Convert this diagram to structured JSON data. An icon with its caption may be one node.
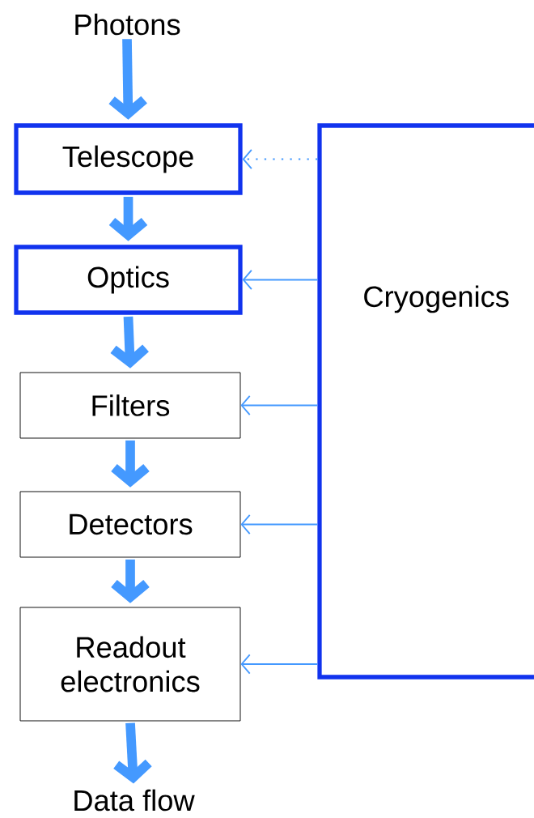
{
  "diagram": {
    "nodes": [
      {
        "text": [
          "Photons"
        ]
      },
      {
        "text": [
          "Telescope"
        ]
      },
      {
        "text": [
          "Optics"
        ]
      },
      {
        "text": [
          "Filters"
        ]
      },
      {
        "text": [
          "Detectors"
        ]
      },
      {
        "text": [
          "Readout electronics"
        ]
      },
      {
        "text": [
          "Data flow"
        ]
      },
      {
        "text": [
          "Cryogenics"
        ]
      }
    ],
    "edges": [
      {
        "from": 0,
        "to": 1,
        "arrow": "to"
      },
      {
        "from": 1,
        "to": 2,
        "arrow": "to"
      },
      {
        "from": 2,
        "to": 3,
        "arrow": "to"
      },
      {
        "from": 3,
        "to": 4,
        "arrow": "to"
      },
      {
        "from": 4,
        "to": 5,
        "arrow": "to"
      },
      {
        "from": 5,
        "to": 6,
        "arrow": "to"
      },
      {
        "from": 7,
        "to": 1,
        "arrow": "to",
        "style": "dashed"
      },
      {
        "from": 7,
        "to": 2,
        "arrow": "to"
      },
      {
        "from": 7,
        "to": 3,
        "arrow": "to"
      },
      {
        "from": 7,
        "to": 4,
        "arrow": "to"
      },
      {
        "from": 7,
        "to": 5,
        "arrow": "to"
      }
    ]
  }
}
